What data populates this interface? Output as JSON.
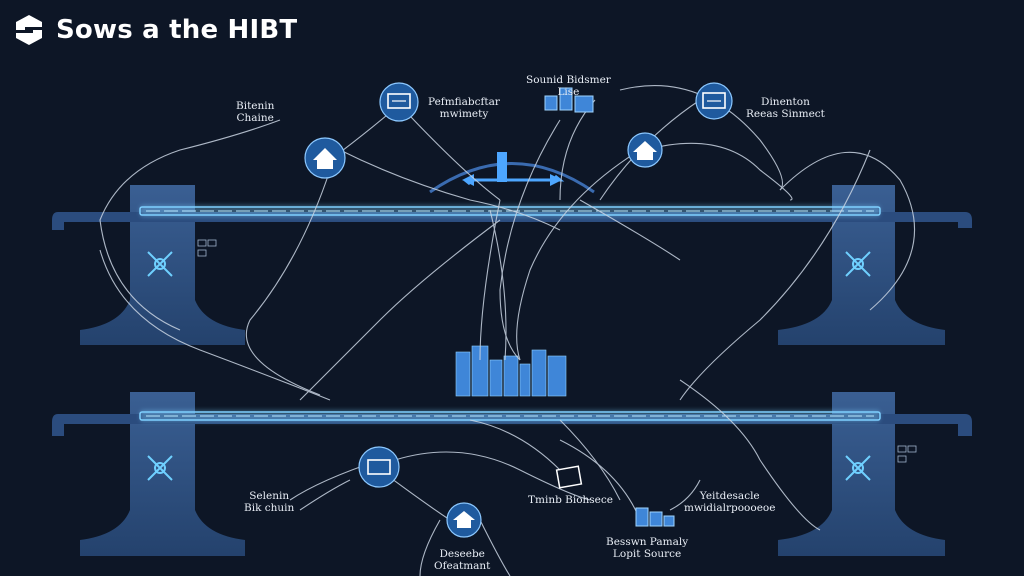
{
  "header": {
    "logo_icon": "s-logo-icon",
    "title": "Sows a the HIBT"
  },
  "labels": {
    "top_left_1": "Bitenin",
    "top_left_2": "Chaine",
    "top_mid_1": "Pefmfiabcftar",
    "top_mid_2": "mwimety",
    "top_center_1": "Sounid Bidsmer",
    "top_center_2": "Lise",
    "top_right_1": "Dinenton",
    "top_right_2": "Reeas Sinmect",
    "bottom_left_1": "Selenin",
    "bottom_left_2": "Bik chuin",
    "bottom_mid": "Tminb Biohsece",
    "bottom_center_1": "Deseebe",
    "bottom_center_2": "Ofeatmant",
    "bottom_right_1": "Yeitdesacle",
    "bottom_right_2": "mwidialrpoooeoe",
    "bottom_right2_1": "Besswn Pamaly",
    "bottom_right2_2": "Lopit Source"
  },
  "icons": [
    "display-icon",
    "home-icon",
    "screen-icon",
    "house-icon",
    "node-icon",
    "document-icon",
    "network-icon",
    "stack-icon",
    "city-icon",
    "bridge-icon"
  ],
  "colors": {
    "background": "#0d1626",
    "accent": "#4da6ff",
    "glow": "#7fd0ff",
    "pillar": "#2c4a78",
    "node": "#1f5a9e"
  }
}
